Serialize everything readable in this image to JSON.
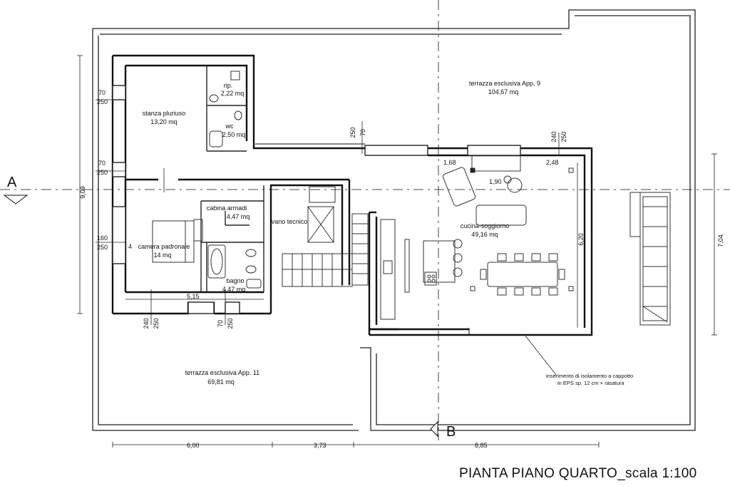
{
  "title": "PIANTA PIANO QUARTO_scala 1:100",
  "section_markers": {
    "a": "A",
    "b": "B"
  },
  "rooms": {
    "terrazza_9": {
      "name": "terrazza  esclusiva App. 9",
      "area": "104,67 mq"
    },
    "stanza": {
      "name": "stanza pluriuso",
      "area": "13,20 mq"
    },
    "rip": {
      "name": "rip.",
      "area": "2,22 mq"
    },
    "wc": {
      "name": "wc",
      "area": "2,50 mq"
    },
    "cabina": {
      "name": "cabina armadi",
      "area": "4,47 mq"
    },
    "vano": {
      "name": "vano tecnico"
    },
    "camera": {
      "name": "camera padronale",
      "area": "14 mq"
    },
    "bagno": {
      "name": "bagno",
      "area": "4,47 mq"
    },
    "cucina": {
      "name": "cucina-soggiorno",
      "area": "49,16 mq"
    },
    "terrazza_11": {
      "name": "terrazza esclusiva App. 11",
      "area": "69,81 mq"
    }
  },
  "dimensions": {
    "d70a": "70",
    "d250a": "250",
    "d70b": "70",
    "d250b": "250",
    "d160": "160",
    "d250c": "250",
    "d250v1": "250",
    "d70v1": "70",
    "d240v": "240",
    "d250v2": "250",
    "d240b": "240",
    "d250b2": "250",
    "d70b2": "70",
    "d250b3": "250",
    "d515": "5,15",
    "d168": "1,68",
    "d190": "1,90",
    "d248": "2,48",
    "d620": "6,20",
    "d909": "9,09",
    "d704": "7,04",
    "d600": "6,00",
    "d373": "3,73",
    "d885": "8,85",
    "d4": "4"
  },
  "note": {
    "line1": "inserimento di isolamento a cappotto",
    "line2": "in EPS sp. 12 cm + rasatura"
  }
}
